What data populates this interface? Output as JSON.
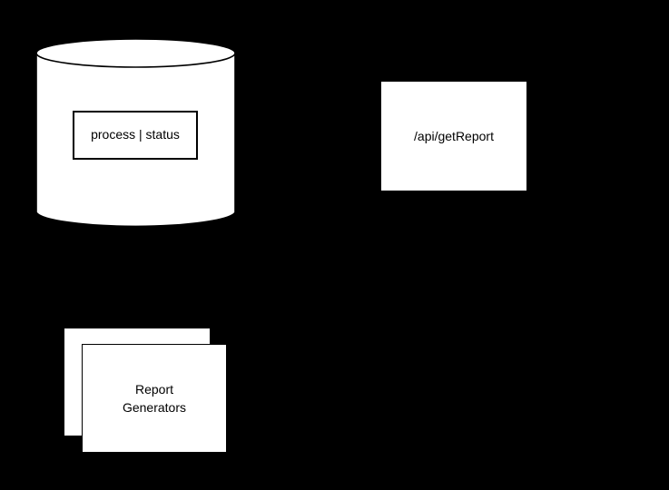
{
  "diagram": {
    "background_color": "#000000",
    "shape_fill_color": "#ffffff",
    "stroke_color": "#000000",
    "nodes": {
      "database": {
        "type": "cylinder",
        "icon": "database-cylinder-icon",
        "inner_label": "process | status"
      },
      "api_endpoint": {
        "type": "rectangle",
        "label": "/api/getReport"
      },
      "report_generators": {
        "type": "stacked-rectangles",
        "label_line_1": "Report",
        "label_line_2": "Generators"
      }
    }
  }
}
